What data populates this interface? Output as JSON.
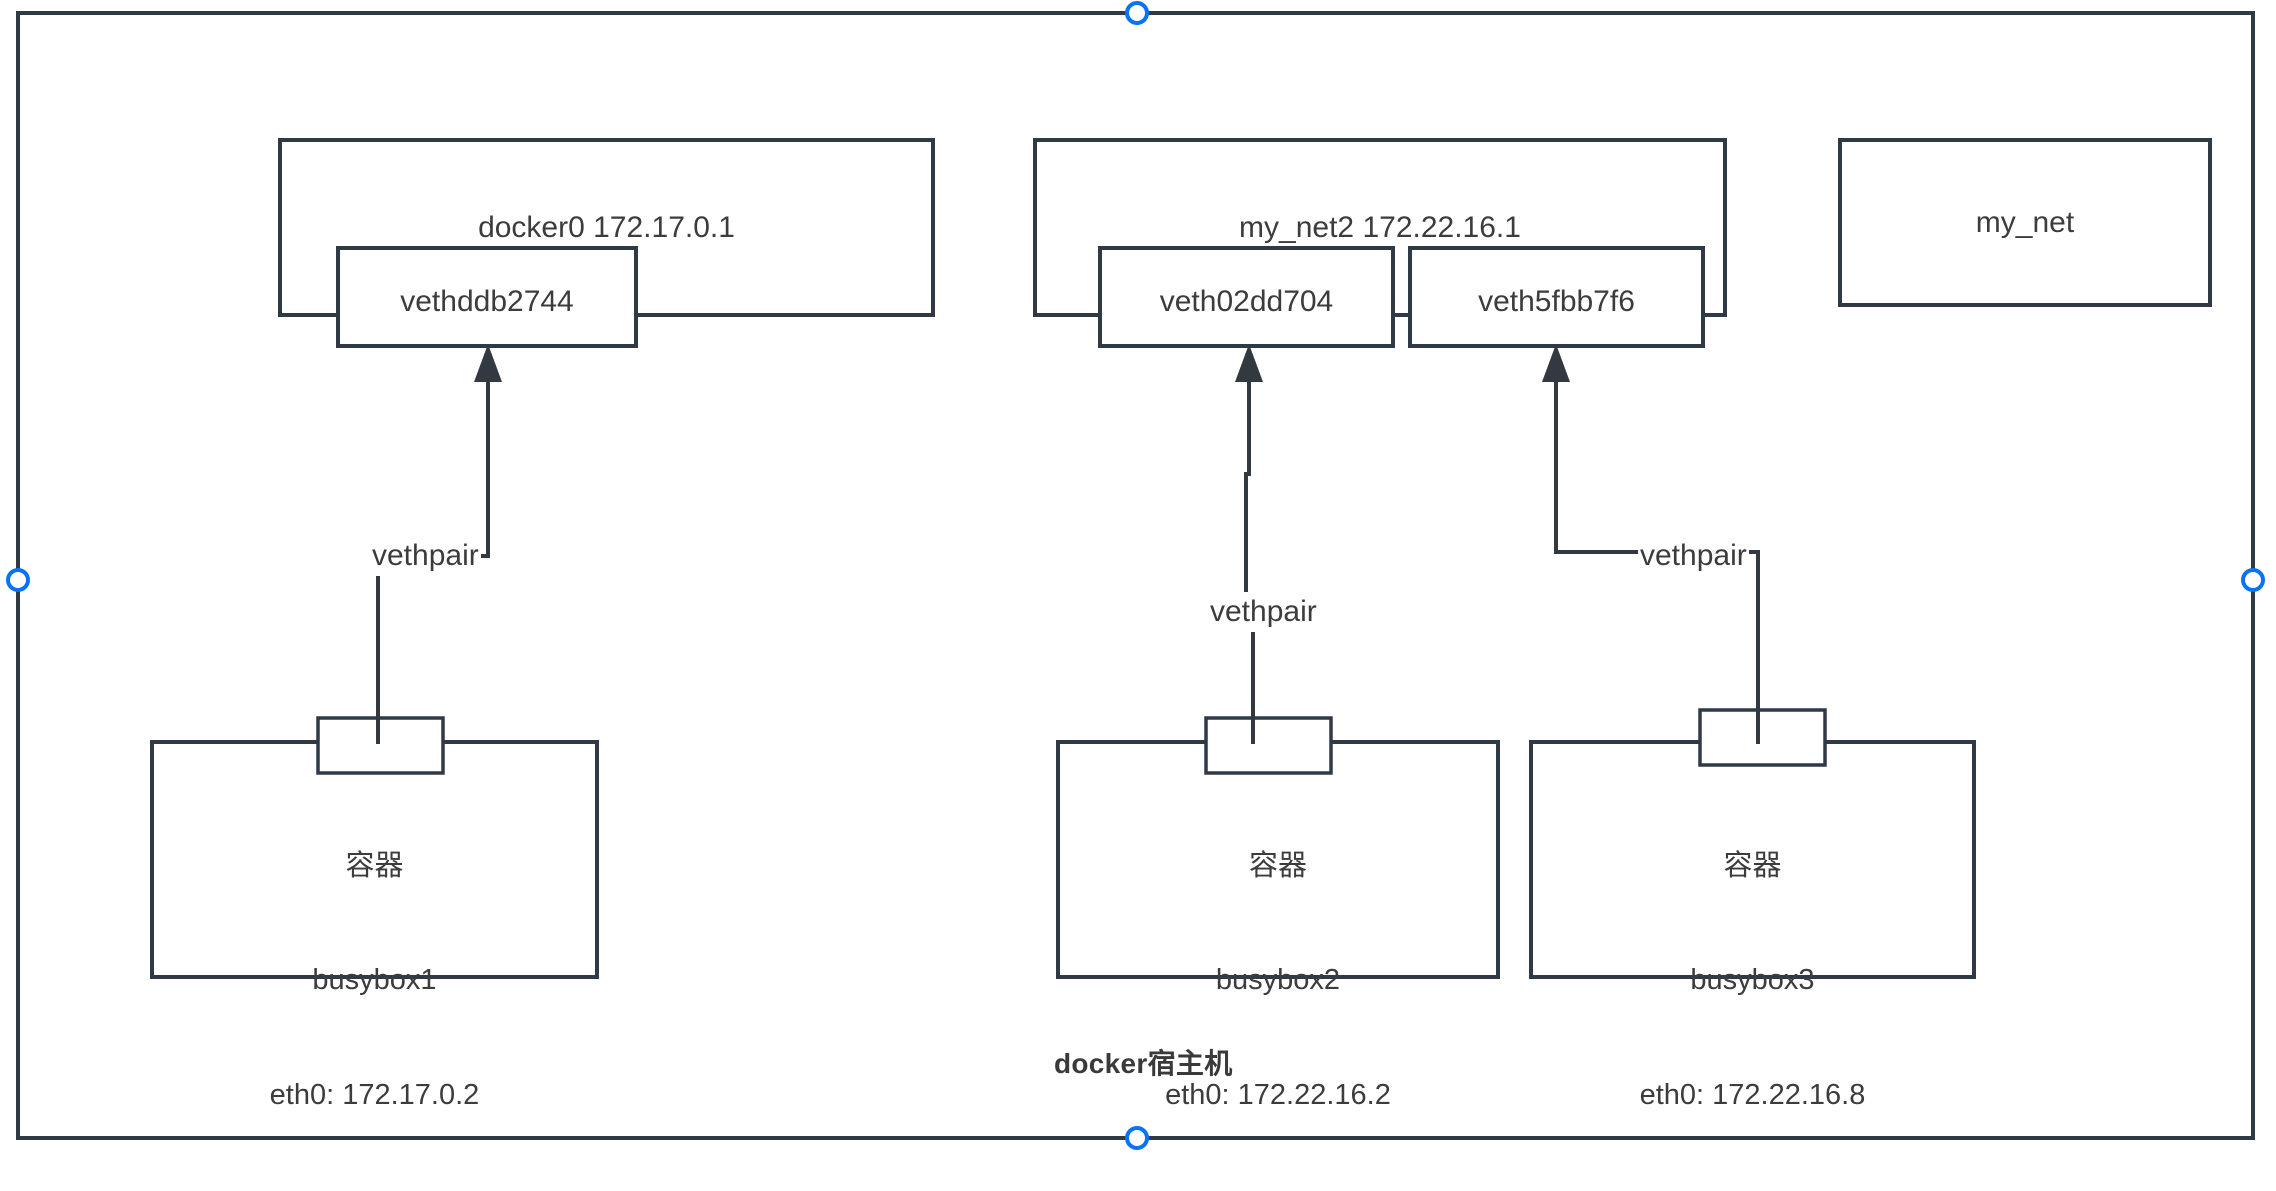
{
  "diagram": {
    "title": "docker宿主机",
    "host_label": "docker宿主机",
    "colors": {
      "shape_stroke": "#2f3a46",
      "connector": "#333941",
      "text": "#3c3c3c",
      "selection_handle": "#0a72f5",
      "background": "#ffffff"
    },
    "networks": [
      {
        "id": "docker0",
        "label": "docker0 172.17.0.1",
        "name": "docker0",
        "gateway": "172.17.0.1",
        "interfaces": [
          {
            "id": "vethddb2744",
            "label": "vethddb2744"
          }
        ]
      },
      {
        "id": "my_net2",
        "label": "my_net2 172.22.16.1",
        "name": "my_net2",
        "gateway": "172.22.16.1",
        "interfaces": [
          {
            "id": "veth02dd704",
            "label": "veth02dd704"
          },
          {
            "id": "veth5fbb7f6",
            "label": "veth5fbb7f6"
          }
        ]
      },
      {
        "id": "my_net",
        "label": "my_net",
        "name": "my_net",
        "gateway": "",
        "interfaces": []
      }
    ],
    "containers": [
      {
        "id": "busybox1",
        "line1": "容器",
        "line2": "busybox1",
        "line3": "eth0: 172.17.0.2",
        "name": "busybox1",
        "ip": "172.17.0.2",
        "iface": "eth0"
      },
      {
        "id": "busybox2",
        "line1": "容器",
        "line2": "busybox2",
        "line3": "eth0: 172.22.16.2",
        "name": "busybox2",
        "ip": "172.22.16.2",
        "iface": "eth0"
      },
      {
        "id": "busybox3",
        "line1": "容器",
        "line2": "busybox3",
        "line3": "eth0: 172.22.16.8",
        "name": "busybox3",
        "ip": "172.22.16.8",
        "iface": "eth0"
      }
    ],
    "connectors": [
      {
        "id": "vethpair-1",
        "label": "vethpair",
        "from": "busybox1",
        "to": "vethddb2744"
      },
      {
        "id": "vethpair-2",
        "label": "vethpair",
        "from": "busybox2",
        "to": "veth02dd704"
      },
      {
        "id": "vethpair-3",
        "label": "vethpair",
        "from": "busybox3",
        "to": "veth5fbb7f6"
      }
    ],
    "selection_handles": [
      {
        "id": "handle-top",
        "position": "top-center"
      },
      {
        "id": "handle-left",
        "position": "middle-left"
      },
      {
        "id": "handle-right",
        "position": "middle-right"
      },
      {
        "id": "handle-bottom",
        "position": "bottom-center"
      }
    ]
  }
}
